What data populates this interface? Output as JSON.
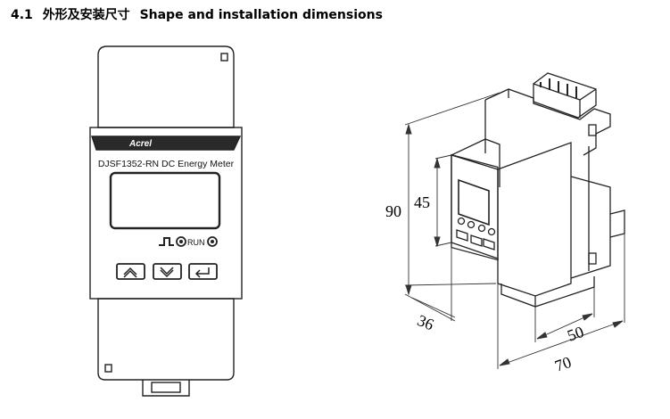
{
  "heading": {
    "number": "4.1",
    "title_cn": "外形及安装尺寸",
    "title_en": "Shape and installation dimensions"
  },
  "front_view": {
    "brand": "Acrel",
    "model": "DJSF1352-RN DC Energy Meter",
    "run_label": "RUN",
    "buttons": [
      "up-icon",
      "down-icon",
      "enter-icon"
    ]
  },
  "dimensions": {
    "height_total": "90",
    "height_front": "45",
    "depth_front": "36",
    "width_body": "50",
    "width_total": "70"
  }
}
